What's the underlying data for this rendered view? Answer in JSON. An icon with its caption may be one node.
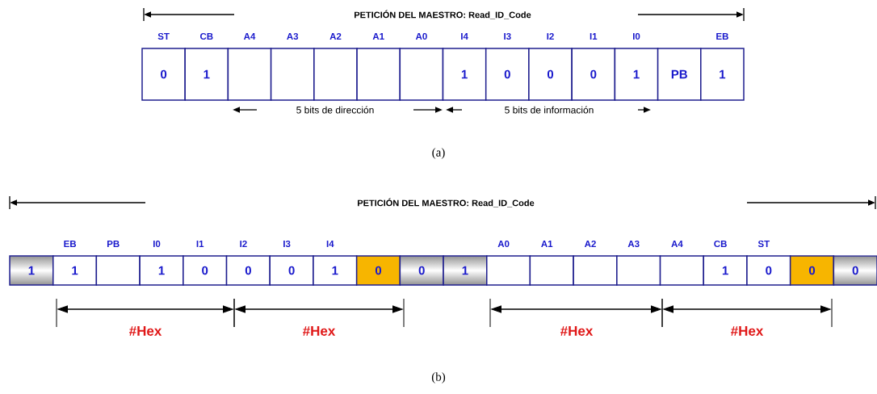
{
  "diagram": {
    "nodes": [
      {
        "text": [
          "0"
        ]
      },
      {
        "text": [
          "1"
        ]
      },
      {
        "text": [],
        "shape": "box"
      },
      {
        "text": [],
        "shape": "box"
      },
      {
        "text": [],
        "shape": "box"
      },
      {
        "text": [],
        "shape": "box"
      },
      {
        "text": [],
        "shape": "box"
      },
      {
        "text": [
          "1"
        ]
      },
      {
        "text": [
          "0"
        ]
      },
      {
        "text": [
          "0"
        ]
      },
      {
        "text": [
          "0"
        ]
      },
      {
        "text": [
          "1"
        ]
      },
      {
        "text": [
          "PB"
        ]
      },
      {
        "text": [
          "1"
        ]
      },
      {
        "text": [
          "1"
        ]
      },
      {
        "text": [
          "1"
        ]
      },
      {
        "text": [],
        "shape": "box"
      },
      {
        "text": [
          "1"
        ]
      },
      {
        "text": [
          "0"
        ]
      },
      {
        "text": [
          "0"
        ]
      },
      {
        "text": [
          "0"
        ]
      },
      {
        "text": [
          "1"
        ]
      },
      {
        "text": [
          "0"
        ]
      },
      {
        "text": [
          "0"
        ]
      },
      {
        "text": [
          "1"
        ]
      },
      {
        "text": [],
        "shape": "box"
      },
      {
        "text": [],
        "shape": "box"
      },
      {
        "text": [],
        "shape": "box"
      },
      {
        "text": [],
        "shape": "box"
      },
      {
        "text": [],
        "shape": "box"
      },
      {
        "text": [
          "1"
        ]
      },
      {
        "text": [
          "0"
        ]
      },
      {
        "text": [
          "0"
        ]
      },
      {
        "text": [
          "0"
        ]
      }
    ],
    "labels": [
      "PETICIÓN DEL MAESTRO: Read_ID_Code",
      "ST",
      "CB",
      "A4",
      "A3",
      "A2",
      "A1",
      "A0",
      "I4",
      "I3",
      "I2",
      "I1",
      "I0",
      "EB",
      "5 bits de dirección",
      "5 bits de información",
      "(a)",
      "PETICIÓN DEL MAESTRO: Read_ID_Code",
      "EB",
      "PB",
      "I0",
      "I1",
      "I2",
      "I3",
      "I4",
      "A0",
      "A1",
      "A2",
      "A3",
      "A4",
      "CB",
      "ST",
      "#Hex",
      "#Hex",
      "#Hex",
      "#Hex",
      "(b)"
    ]
  }
}
